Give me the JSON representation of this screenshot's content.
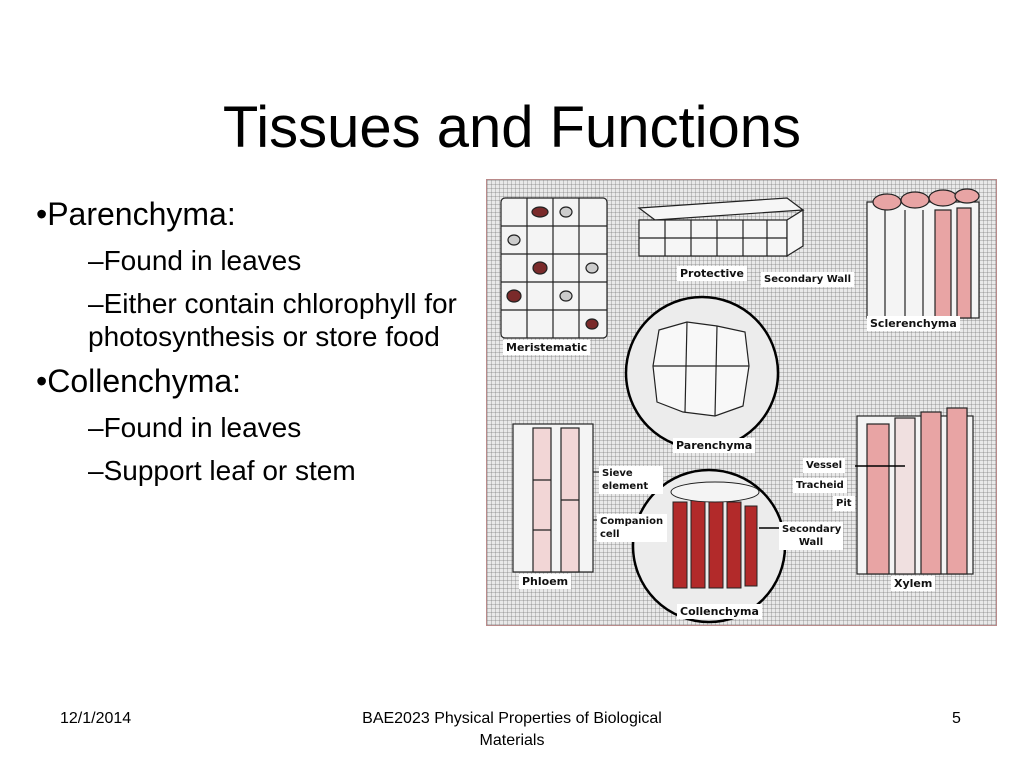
{
  "slide": {
    "title": "Tissues and Functions",
    "bullets": [
      {
        "label": "•Parenchyma:",
        "subs": [
          "–Found in leaves",
          "–Either contain chlorophyll for photosynthesis or store food"
        ]
      },
      {
        "label": "•Collenchyma:",
        "subs": [
          "–Found in leaves",
          "–Support leaf or stem"
        ]
      }
    ]
  },
  "figure": {
    "labels": {
      "meristematic": "Meristematic",
      "protective": "Protective",
      "secondary_wall_top": "Secondary Wall",
      "sclerenchyma": "Sclerenchyma",
      "parenchyma": "Parenchyma",
      "sieve_element": "Sieve element",
      "companion_cell": "Companion cell",
      "phloem": "Phloem",
      "collenchyma": "Collenchyma",
      "secondary_wall_bottom": "Secondary Wall",
      "vessel": "Vessel",
      "tracheid": "Tracheid",
      "pit": "Pit",
      "xylem": "Xylem"
    },
    "colors": {
      "cell_red": "#b22a2a",
      "cell_pink": "#e8a4a4",
      "outline": "#222222"
    }
  },
  "footer": {
    "date": "12/1/2014",
    "center_text": "BAE2023 Physical Properties of Biological Materials",
    "page_number": "5"
  }
}
